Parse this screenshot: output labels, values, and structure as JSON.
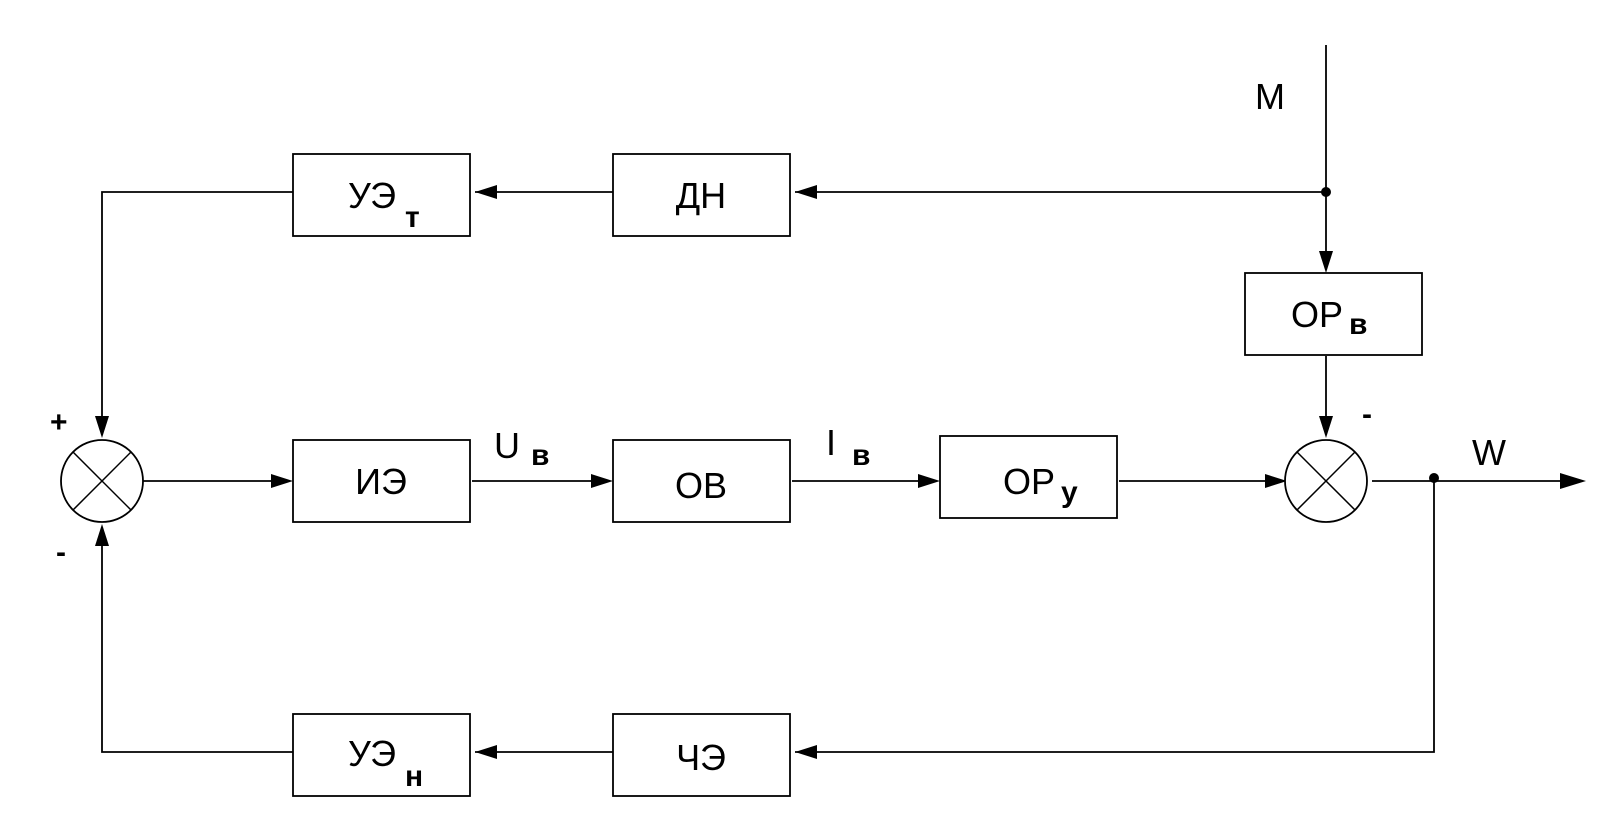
{
  "blocks": {
    "uet": {
      "main": "УЭ",
      "sub": "т"
    },
    "dn": {
      "main": "ДН"
    },
    "orv": {
      "main": "ОР",
      "sub": "в"
    },
    "ie": {
      "main": "ИЭ"
    },
    "ov": {
      "main": "ОВ"
    },
    "ory": {
      "main": "ОР",
      "sub": "у"
    },
    "uen": {
      "main": "УЭ",
      "sub": "н"
    },
    "che": {
      "main": "ЧЭ"
    }
  },
  "signals": {
    "m": {
      "main": "M"
    },
    "uv": {
      "main": "U",
      "sub": "в"
    },
    "iv": {
      "main": "I",
      "sub": "в"
    },
    "w": {
      "main": "W"
    }
  },
  "signs": {
    "left_top": "+",
    "left_bottom": "-",
    "right_top": "-"
  },
  "colors": {
    "line": "#000000",
    "background": "#ffffff"
  }
}
